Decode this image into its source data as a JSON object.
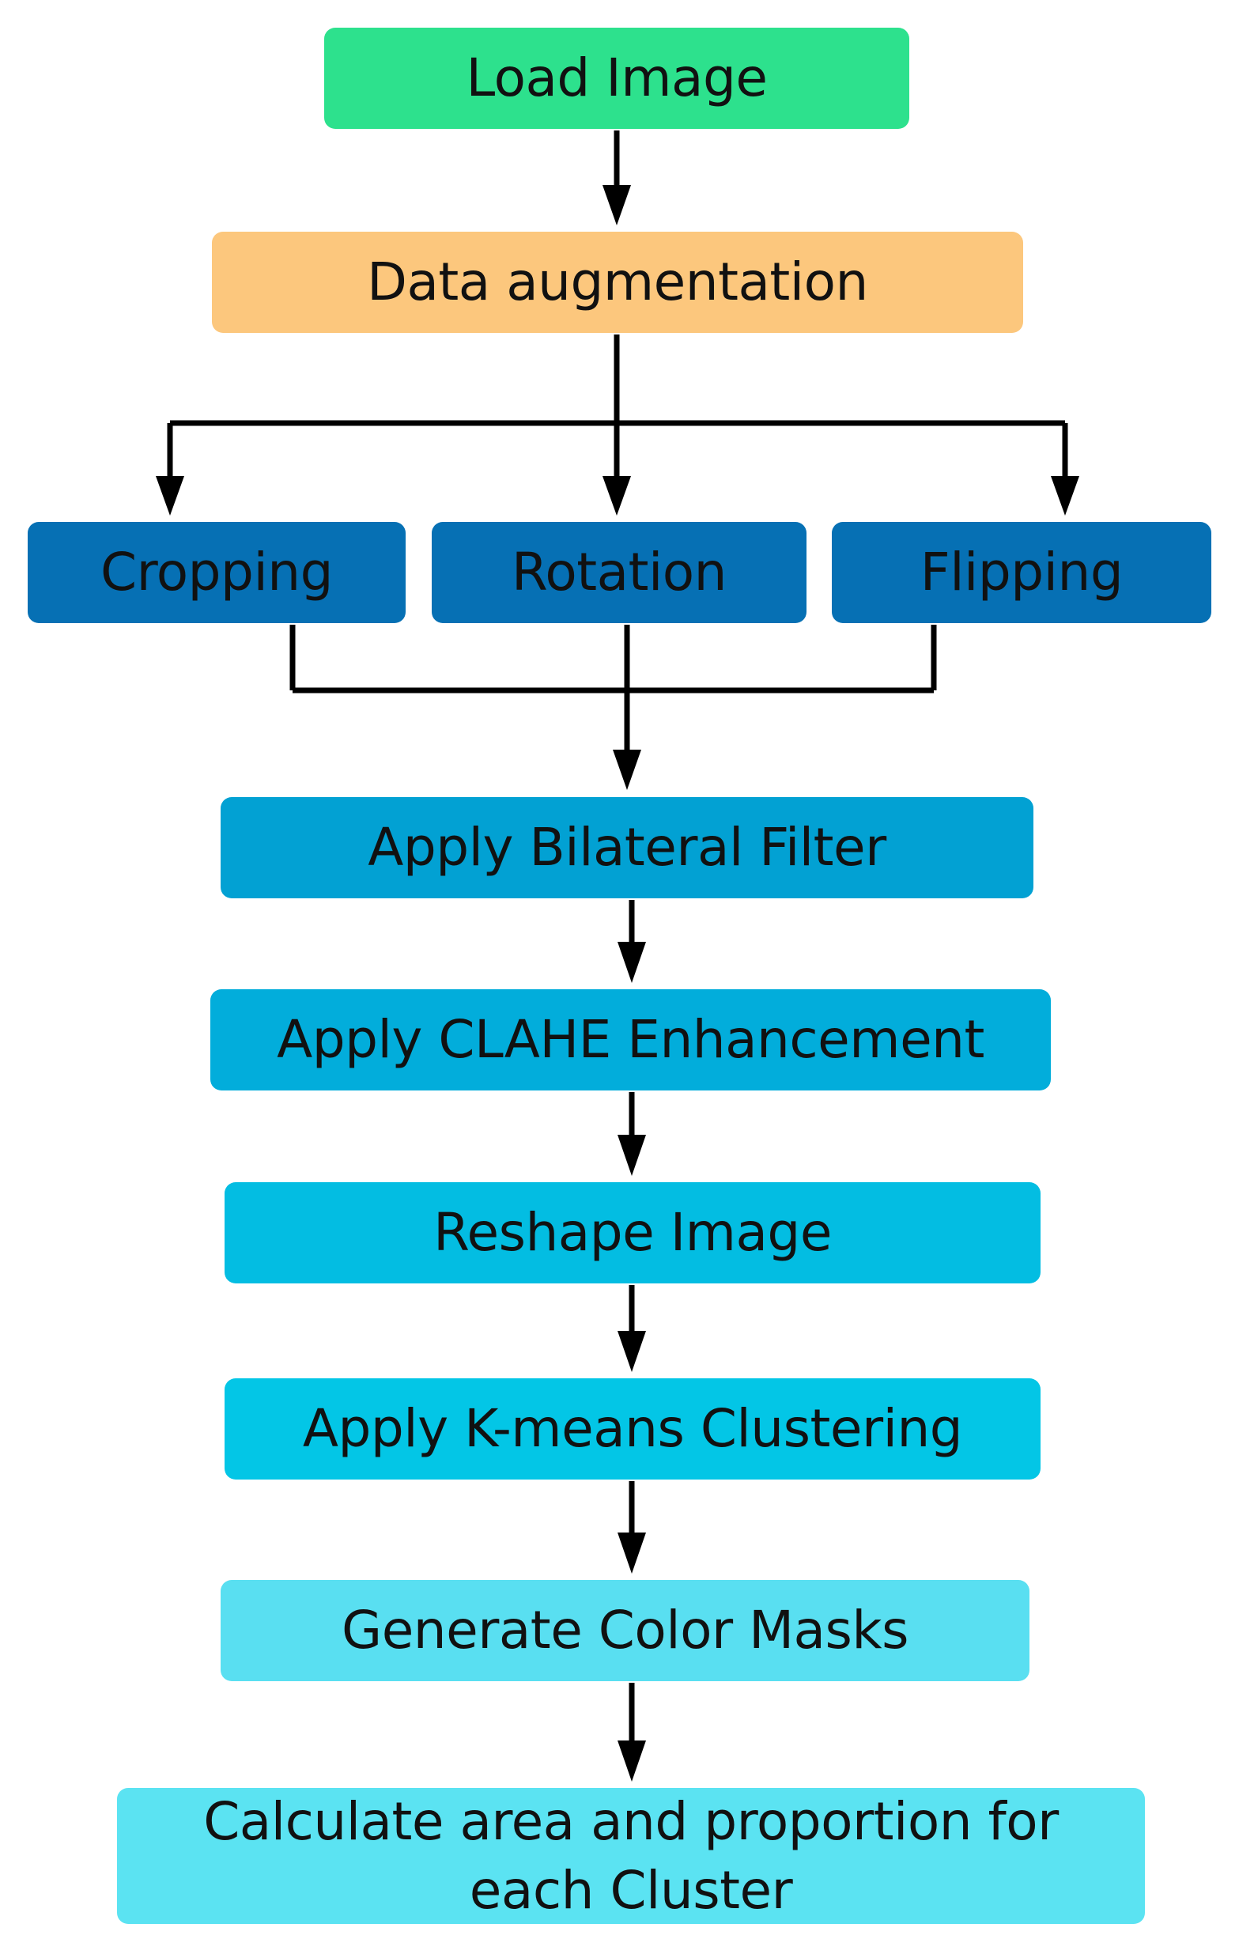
{
  "nodes": {
    "load_image": {
      "label": "Load Image",
      "color": "#2de18d"
    },
    "data_augmentation": {
      "label": "Data augmentation",
      "color": "#fcc77d"
    },
    "cropping": {
      "label": "Cropping",
      "color": "#0670b4"
    },
    "rotation": {
      "label": "Rotation",
      "color": "#0670b4"
    },
    "flipping": {
      "label": "Flipping",
      "color": "#0670b4"
    },
    "bilateral": {
      "label": "Apply Bilateral Filter",
      "color": "#02a1d3"
    },
    "clahe": {
      "label": "Apply CLAHE Enhancement",
      "color": "#02addb"
    },
    "reshape": {
      "label": "Reshape Image",
      "color": "#03bde2"
    },
    "kmeans": {
      "label": "Apply K-means Clustering",
      "color": "#03c6e6"
    },
    "masks": {
      "label": "Generate Color Masks",
      "color": "#59dff1"
    },
    "calculate": {
      "label": "Calculate area and proportion for each Cluster",
      "color": "#5be3f2"
    }
  },
  "edges": [
    {
      "from": "Load Image",
      "to": "Data augmentation"
    },
    {
      "from": "Data augmentation",
      "to": "Cropping"
    },
    {
      "from": "Data augmentation",
      "to": "Rotation"
    },
    {
      "from": "Data augmentation",
      "to": "Flipping"
    },
    {
      "from": "Cropping",
      "to": "Apply Bilateral Filter"
    },
    {
      "from": "Rotation",
      "to": "Apply Bilateral Filter"
    },
    {
      "from": "Flipping",
      "to": "Apply Bilateral Filter"
    },
    {
      "from": "Apply Bilateral Filter",
      "to": "Apply CLAHE Enhancement"
    },
    {
      "from": "Apply CLAHE Enhancement",
      "to": "Reshape Image"
    },
    {
      "from": "Reshape Image",
      "to": "Apply K-means Clustering"
    },
    {
      "from": "Apply K-means Clustering",
      "to": "Generate Color Masks"
    },
    {
      "from": "Generate Color Masks",
      "to": "Calculate area and proportion for each Cluster"
    }
  ],
  "line_color": "#000000"
}
